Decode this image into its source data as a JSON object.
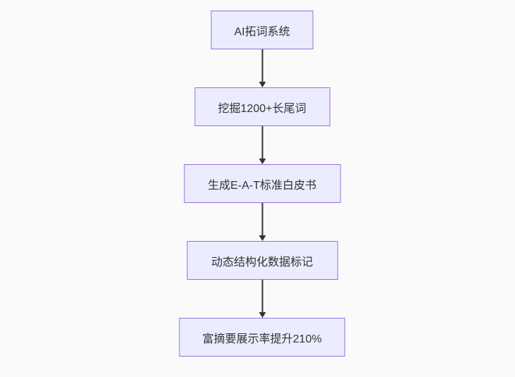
{
  "diagram": {
    "type": "flowchart",
    "direction": "top-down",
    "colors": {
      "canvas_bg": "#fafafa",
      "node_fill": "#ececff",
      "node_border": "#9370db",
      "edge": "#333333",
      "text": "#333333"
    },
    "nodes": [
      {
        "label": "AI拓词系统"
      },
      {
        "label": "挖掘1200+长尾词"
      },
      {
        "label": "生成E-A-T标准白皮书"
      },
      {
        "label": "动态结构化数据标记"
      },
      {
        "label": "富摘要展示率提升210%"
      }
    ],
    "edges": [
      {
        "from": "AI拓词系统",
        "to": "挖掘1200+长尾词"
      },
      {
        "from": "挖掘1200+长尾词",
        "to": "生成E-A-T标准白皮书"
      },
      {
        "from": "生成E-A-T标准白皮书",
        "to": "动态结构化数据标记"
      },
      {
        "from": "动态结构化数据标记",
        "to": "富摘要展示率提升210%"
      }
    ]
  }
}
